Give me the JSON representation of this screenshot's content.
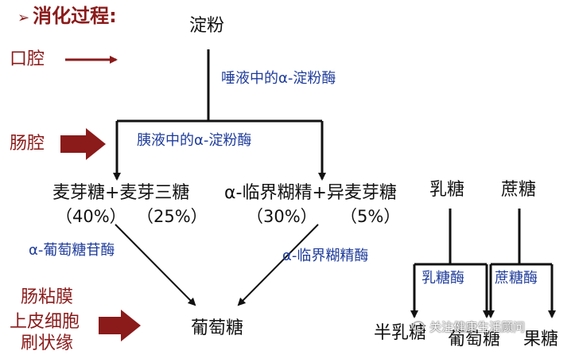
{
  "heading": "消化过程:",
  "locations": {
    "mouth": "口腔",
    "intestine": "肠腔",
    "mucosa_line1": "肠粘膜",
    "mucosa_line2": "上皮细胞",
    "mucosa_line3": "刷状缘"
  },
  "nodes": {
    "starch": "淀粉",
    "maltose_group": "麦芽糖+麦芽三糖",
    "maltose_pct": "（40%）",
    "maltotriose_pct": "（25%）",
    "dextrin_group": "α-临界糊精+异麦芽糖",
    "dextrin_pct": "（30%）",
    "isomaltose_pct": "（5%）",
    "lactose": "乳糖",
    "sucrose": "蔗糖",
    "glucose": "葡萄糖",
    "galactose": "半乳糖",
    "glucose2": "葡萄糖",
    "fructose": "果糖"
  },
  "enzymes": {
    "salivary": "唾液中的α-淀粉酶",
    "pancreatic": "胰液中的α-淀粉酶",
    "glucosidase": "α-葡萄糖苷酶",
    "dextrinase": "α-临界糊精酶",
    "lactase": "乳糖酶",
    "sucrase": "蔗糖酶"
  },
  "watermark": "关注健康生活顾问",
  "colors": {
    "location_text": "#8b1a1a",
    "enzyme_text": "#1f3c9c",
    "arrow_dark": "#8b1a1a"
  }
}
